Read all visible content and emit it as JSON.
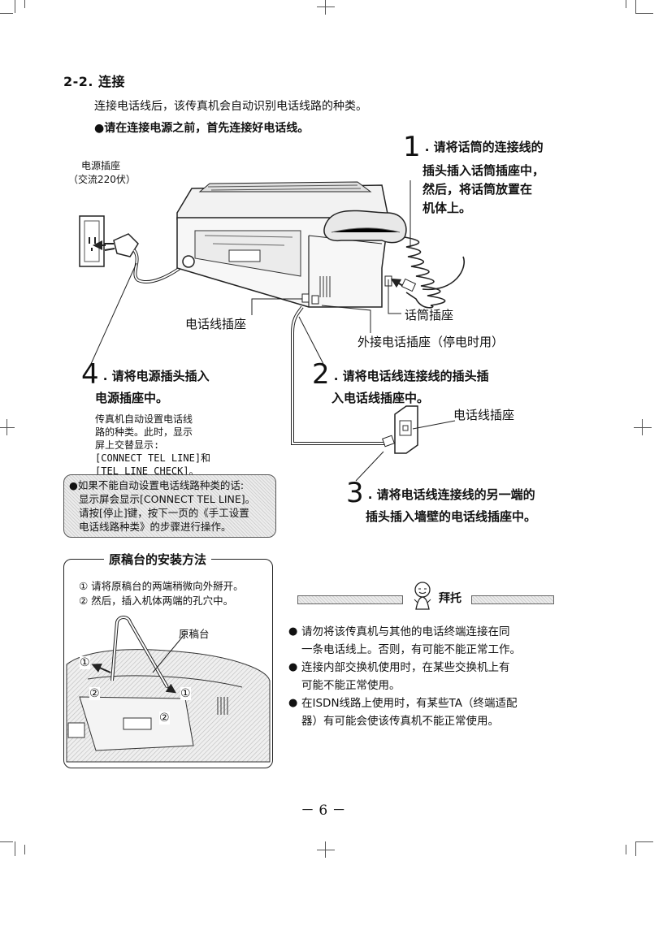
{
  "section": {
    "heading": "2-2. 连接",
    "intro": "连接电话线后，该传真机会自动识别电话线路的种类。",
    "notice": "●请在连接电源之前，首先连接好电话线。"
  },
  "labels": {
    "power_socket_line1": "电源插座",
    "power_socket_line2": "（交流220伏）",
    "phone_jack": "电话线插座",
    "handset_jack": "话筒插座",
    "ext_jack": "外接电话插座（停电时用）",
    "wall_jack": "电话线插座"
  },
  "steps": {
    "s1": {
      "num": "1",
      "l1": ". 请将话筒的连接线的",
      "l2": "插头插入话筒插座中，",
      "l3": "然后，将话筒放置在",
      "l4": "机体上。"
    },
    "s2": {
      "num": "2",
      "l1": ". 请将电话线连接线的插头插",
      "l2": "入电话线插座中。"
    },
    "s3": {
      "num": "3",
      "l1": ". 请将电话线连接线的另一端的",
      "l2": "插头插入墙壁的电话线插座中。"
    },
    "s4": {
      "num": "4",
      "l1": ". 请将电源插头插入",
      "l2": "电源插座中。",
      "d1": "传真机自动设置电话线",
      "d2": "路的种类。此时，显示",
      "d3": "屏上交替显示:",
      "d4": "[CONNECT TEL LINE]和",
      "d5": "[TEL LINE CHECK]。"
    }
  },
  "note": {
    "l1": "●如果不能自动设置电话线路种类的话:",
    "l2": "显示屏会显示[CONNECT TEL LINE]。",
    "l3": "请按[停止]键，按下一页的《手工设置",
    "l4": "电话线路种类》的步骤进行操作。"
  },
  "guide": {
    "title": "原稿台的安装方法",
    "step1": "① 请将原稿台的两端稍微向外掰开。",
    "step2": "② 然后，插入机体两端的孔穴中。",
    "part_label": "原稿台",
    "marker1": "①",
    "marker2": "②"
  },
  "tips": {
    "title": "拜托",
    "items": [
      {
        "l1": "请勿将该传真机与其他的电话终端连接在同",
        "l2": "一条电话线上。否则，有可能不能正常工作。"
      },
      {
        "l1": "连接内部交换机使用时，在某些交换机上有",
        "l2": "可能不能正常使用。"
      },
      {
        "l1": "在ISDN线路上使用时，有某些TA（终端适配",
        "l2": "器）有可能会使该传真机不能正常使用。"
      }
    ]
  },
  "page_number": "－ 6 －"
}
